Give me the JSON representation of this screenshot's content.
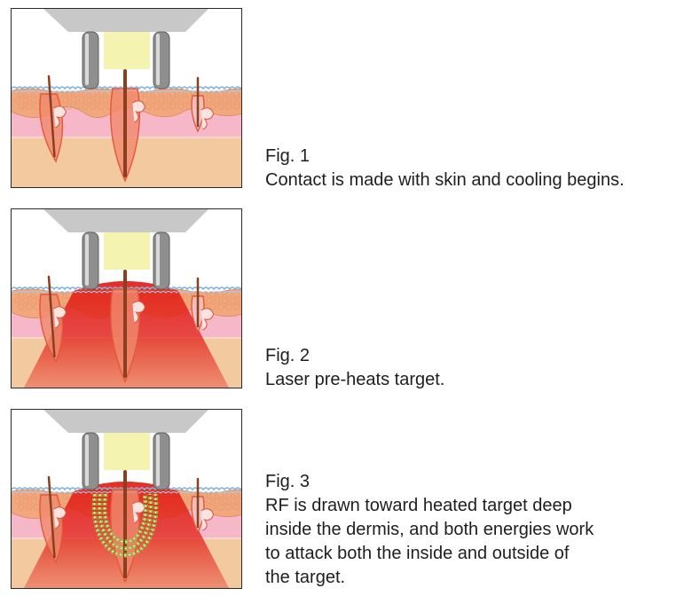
{
  "figures": [
    {
      "label": "Fig. 1",
      "lines": [
        "Contact is made with skin and cooling begins."
      ],
      "laser_heat": false,
      "rf_energy": false
    },
    {
      "label": "Fig. 2",
      "lines": [
        "Laser pre-heats target."
      ],
      "laser_heat": true,
      "rf_energy": false
    },
    {
      "label": "Fig. 3",
      "lines": [
        "RF is drawn toward heated target deep",
        "inside the dermis, and both energies work",
        "to attack both the inside and outside of",
        "the target."
      ],
      "laser_heat": true,
      "rf_energy": true
    }
  ],
  "colors": {
    "applicator": "#c8c8c8",
    "electrode": "#8f8f8f",
    "light_window": "#f5f3b0",
    "epidermis": "#f2a77d",
    "dermis": "#f6b8c9",
    "subcutis": "#f3c9a0",
    "cooling": "#7fb3dc",
    "hair": "#8a3f1e",
    "follicle_glow": "#e4583a",
    "laser_heat": "#e2231a",
    "rf_green": "#8ec63f"
  }
}
